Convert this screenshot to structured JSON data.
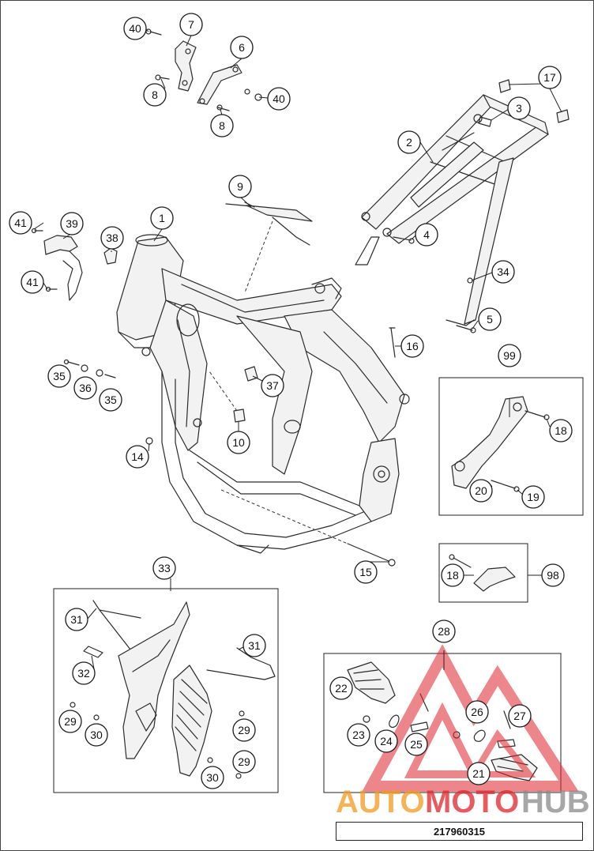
{
  "diagram": {
    "reference_number": "217960315",
    "watermark": {
      "part1": "AUTO",
      "part2": "MOTO",
      "part3": "HUB"
    },
    "callouts": {
      "c1": "1",
      "c2": "2",
      "c3": "3",
      "c4": "4",
      "c5": "5",
      "c6": "6",
      "c7": "7",
      "c8a": "8",
      "c8b": "8",
      "c9": "9",
      "c10": "10",
      "c14": "14",
      "c15": "15",
      "c16": "16",
      "c17": "17",
      "c18a": "18",
      "c18b": "18",
      "c19": "19",
      "c20": "20",
      "c21": "21",
      "c22": "22",
      "c23": "23",
      "c24": "24",
      "c25": "25",
      "c26": "26",
      "c27": "27",
      "c28": "28",
      "c29a": "29",
      "c29b": "29",
      "c29c": "29",
      "c30a": "30",
      "c30b": "30",
      "c31a": "31",
      "c31b": "31",
      "c32": "32",
      "c33": "33",
      "c34": "34",
      "c35a": "35",
      "c35b": "35",
      "c36": "36",
      "c37": "37",
      "c38": "38",
      "c39": "39",
      "c40a": "40",
      "c40b": "40",
      "c41a": "41",
      "c41b": "41",
      "c98": "98",
      "c99": "99"
    }
  },
  "colors": {
    "watermark_red": "#e0242b",
    "watermark_orange": "#f39a1e",
    "watermark_gray": "#8a8a8a"
  }
}
